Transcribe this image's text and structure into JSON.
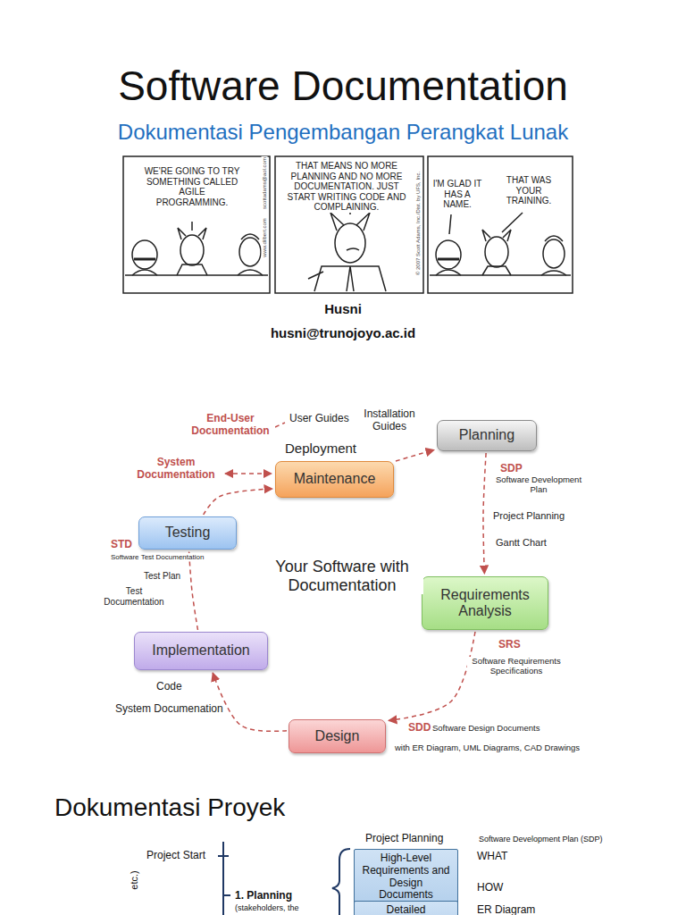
{
  "diagram": {
    "title": "Software Documentation",
    "nodes": [
      {
        "text": [
          "Planning"
        ]
      },
      {
        "text": [
          "Requirements Analysis"
        ]
      },
      {
        "text": [
          "Design"
        ]
      },
      {
        "text": [
          "Implementation"
        ]
      },
      {
        "text": [
          "Testing"
        ]
      },
      {
        "text": [
          "Maintenance"
        ]
      },
      {
        "text": [
          "High-Level Requirements and Design Documents"
        ]
      },
      {
        "text": [
          "Detailed"
        ]
      }
    ],
    "edges": [
      {
        "from": 0,
        "to": 1,
        "arrow": "to"
      },
      {
        "from": 1,
        "to": 2,
        "arrow": "to"
      },
      {
        "from": 2,
        "to": 3,
        "arrow": "to"
      },
      {
        "from": 3,
        "to": 4,
        "arrow": "to"
      },
      {
        "from": 4,
        "to": 5,
        "arrow": "to"
      },
      {
        "from": 5,
        "to": 0,
        "arrow": "to"
      }
    ],
    "labels": [
      "Dokumentasi Pengembangan Perangkat Lunak",
      "WE'RE GOING TO TRY SOMETHING CALLED AGILE PROGRAMMING.",
      "THAT MEANS NO MORE PLANNING AND NO MORE DOCUMENTATION. JUST START WRITING CODE AND COMPLAINING.",
      "I'M GLAD IT HAS A NAME.",
      "THAT WAS YOUR TRAINING.",
      "www.dilbert.com",
      "scottadams@aol.com",
      "© 2007 Scott Adams, Inc./Dist. by UFS, Inc.",
      "Husni",
      "husni@trunojoyo.ac.id",
      "End-User Documentation",
      "User Guides",
      "Installation Guides",
      "Deployment",
      "System Documentation",
      "SDP",
      "Software Development Plan",
      "Project Planning",
      "Gantt Chart",
      "Your Software with Documentation",
      "SRS",
      "Software Requirements Specifications",
      "SDD",
      "Software Design Documents",
      "with ER Diagram, UML Diagrams, CAD Drawings",
      "Code",
      "System Documenation",
      "STD",
      "Software Test Documentation",
      "Test Plan",
      "Test Documentation",
      "Dokumentasi Proyek",
      "Project Start",
      "Project Planning",
      "Software Development Plan (SDP)",
      "WHAT",
      "HOW",
      "ER Diagram",
      "1. Planning",
      "(stakeholders, the",
      "etc.)"
    ]
  }
}
